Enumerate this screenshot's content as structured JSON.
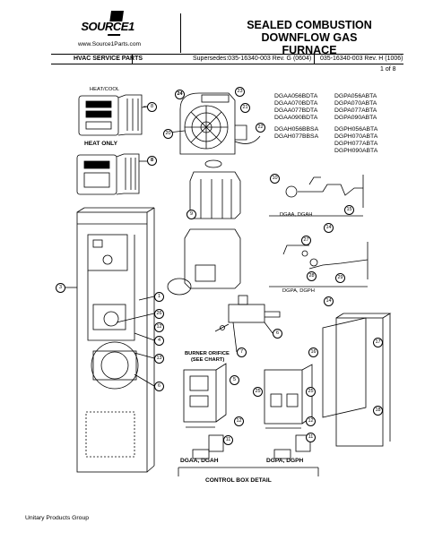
{
  "header": {
    "brand": "SOURCE",
    "brand_digit": "1",
    "website": "www.Source1Parts.com",
    "title_line1": "SEALED COMBUSTION",
    "title_line2": "DOWNFLOW GAS FURNACE",
    "section": "HVAC SERVICE PARTS",
    "supersedes": "Supersedes:035-16340-003 Rev. G (0604)",
    "doc_number": "035-16340-003 Rev. H (1006)",
    "page": "1 of  8"
  },
  "models": {
    "col1_group1": [
      "DGAA056BDTA",
      "DGAA070BDTA",
      "DGAA077BDTA",
      "DGAA090BDTA"
    ],
    "col1_group2": [
      "DGAH056BBSA",
      "DGAH077BBSA"
    ],
    "col2_group1": [
      "DGPA056ABTA",
      "DGPA070ABTA",
      "DGPA077ABTA",
      "DGPA090ABTA"
    ],
    "col2_group2": [
      "DGPH056ABTA",
      "DGPH070ABTA",
      "DGPH077ABTA",
      "DGPH090ABTA"
    ]
  },
  "diagram": {
    "label_heat_cool": "HEAT/COOL",
    "label_heat_only": "HEAT ONLY",
    "label_burner_orifice": "BURNER ORIFICE",
    "label_see_chart": "(SEE CHART)",
    "label_dgaa_dgah_upper": "DGAA, DGAH",
    "label_dgpa_dgph_upper": "DGPA, DGPH",
    "label_dgaa_dgah_lower": "DGAA, DGAH",
    "label_dgpa_dgph_lower": "DGPA, DGPH",
    "label_control_box": "CONTROL BOX DETAIL",
    "callouts": [
      "1",
      "3",
      "4",
      "5",
      "6",
      "6",
      "7",
      "8",
      "8",
      "9",
      "10",
      "11",
      "11",
      "12",
      "12",
      "13",
      "14",
      "14",
      "15",
      "16",
      "17",
      "18",
      "19",
      "20",
      "21",
      "22",
      "23",
      "24",
      "25",
      "26",
      "27",
      "28",
      "29"
    ]
  },
  "footer": {
    "company": "Unitary Products Group"
  }
}
